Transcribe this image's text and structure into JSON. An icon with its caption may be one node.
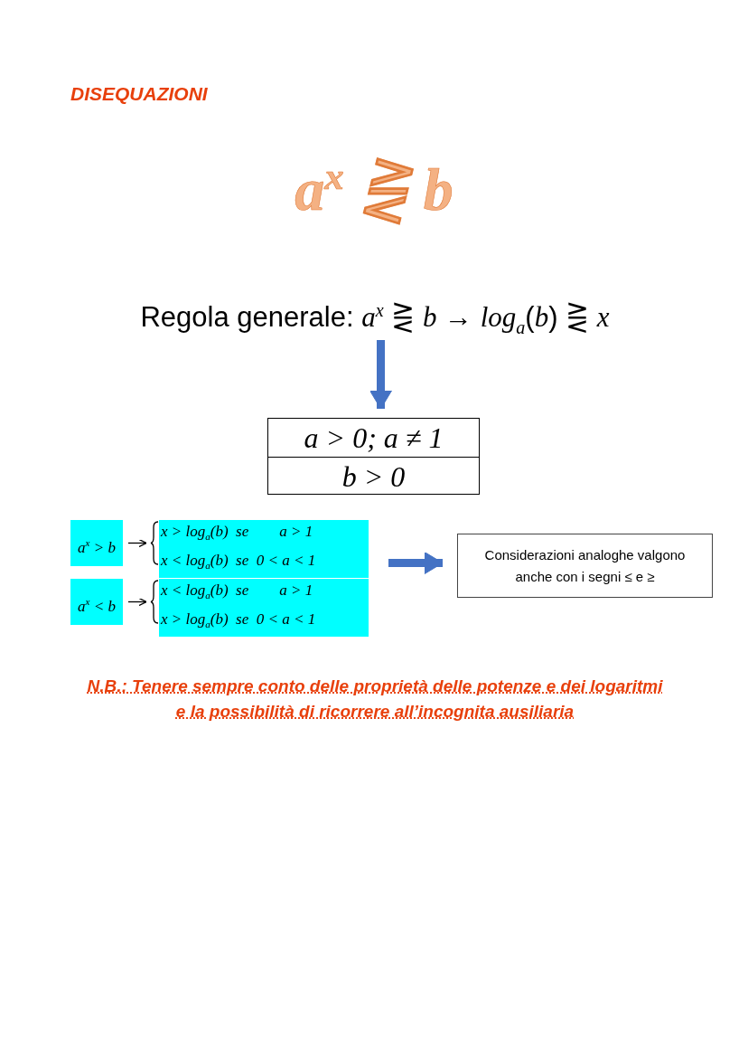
{
  "diagram": {
    "title": "DISEQUAZIONI",
    "nodes": [
      {
        "text": [
          "Regola generale: *a*$^{x}$ ⋛ *b* → *log*$_{a}$(*b*) ⋛ *x*"
        ]
      },
      {
        "text": [
          "a > 0; a ≠ 1",
          "b > 0"
        ]
      },
      {
        "text": [
          "a$^{x}$ > b"
        ]
      },
      {
        "text": [
          "x > log$_{a}$(b)  se        a > 1",
          "x < log$_{a}$(b)  se  0 < a < 1"
        ]
      },
      {
        "text": [
          "a$^{x}$ < b"
        ]
      },
      {
        "text": [
          "x < log$_{a}$(b)  se        a > 1",
          "x > log$_{a}$(b)  se  0 < a < 1"
        ]
      },
      {
        "text": [
          "Considerazioni analoghe valgono anche con i segni ≤ e ≥"
        ]
      }
    ],
    "edges": [
      {
        "from": 0,
        "to": 1,
        "arrow": "to",
        "style": "thick",
        "color": "#4472c4"
      },
      {
        "from": 2,
        "to": 3,
        "arrow": "to",
        "color": "#000000"
      },
      {
        "from": 4,
        "to": 5,
        "arrow": "to",
        "color": "#000000"
      },
      {
        "from": null,
        "to": 6,
        "arrow": "to",
        "style": "thick",
        "color": "#4472c4"
      }
    ],
    "labels": [
      "a$^{x}$ ⋛ b",
      "N.B.: Tenere sempre conto delle proprietà delle potenze e dei logaritmi e la possibilità di ricorrere all’incognita ausiliaria"
    ]
  }
}
